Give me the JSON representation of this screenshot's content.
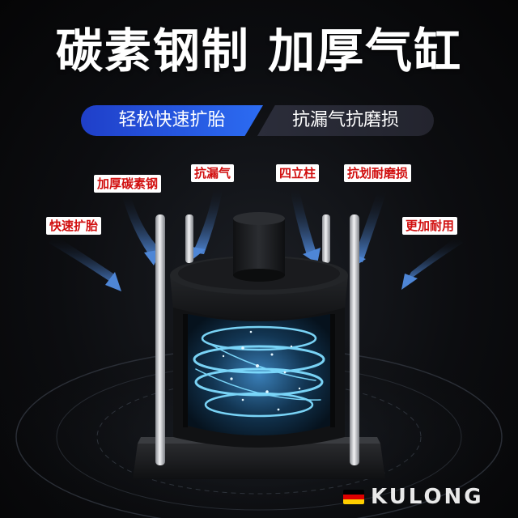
{
  "title": "碳素钢制 加厚气缸",
  "pills": {
    "left": "轻松快速扩胎",
    "right": "抗漏气抗磨损"
  },
  "tags": {
    "thick_carbon_steel": "加厚碳素钢",
    "leak_proof": "抗漏气",
    "four_pillars": "四立柱",
    "wear_resistant": "抗划耐磨损",
    "fast_expand": "快速扩胎",
    "more_durable": "更加耐用"
  },
  "brand": {
    "name": "KULONG",
    "flag_colors": [
      "#000000",
      "#dd0000",
      "#ffce00"
    ]
  },
  "colors": {
    "accent_blue": "#2c6cf2",
    "tag_red": "#d10f0f",
    "glow_cyan": "#6fd3ff"
  }
}
